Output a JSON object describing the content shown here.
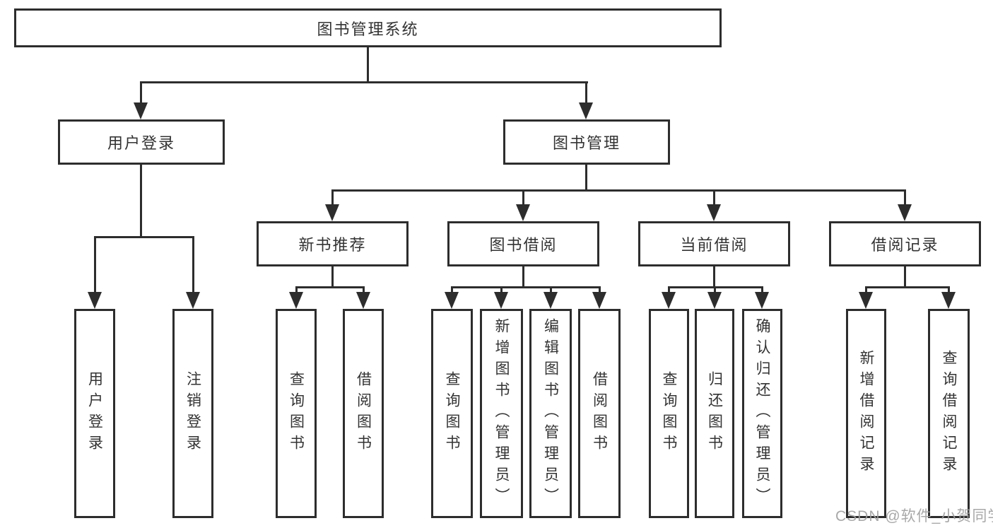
{
  "diagram_title": "图书管理系统",
  "nodes": {
    "root": {
      "label": "图书管理系统"
    },
    "branches": [
      {
        "label": "用户登录",
        "children": [
          {
            "label": "用户登录"
          },
          {
            "label": "注销登录"
          }
        ]
      },
      {
        "label": "图书管理",
        "children": [
          {
            "label": "新书推荐",
            "children": [
              {
                "label": "查询图书"
              },
              {
                "label": "借阅图书"
              }
            ]
          },
          {
            "label": "图书借阅",
            "children": [
              {
                "label": "查询图书"
              },
              {
                "label": "新增图书（管理员）"
              },
              {
                "label": "编辑图书（管理员）"
              },
              {
                "label": "借阅图书"
              }
            ]
          },
          {
            "label": "当前借阅",
            "children": [
              {
                "label": "查询图书"
              },
              {
                "label": "归还图书"
              },
              {
                "label": "确认归还（管理员）"
              }
            ]
          },
          {
            "label": "借阅记录",
            "children": [
              {
                "label": "新增借阅记录"
              },
              {
                "label": "查询借阅记录"
              }
            ]
          }
        ]
      }
    ]
  },
  "watermark": {
    "text": "CSDN @软件_小贺同学"
  },
  "colors": {
    "line": "#2d2d2d",
    "box_border": "#2d2d2d",
    "text": "#333333",
    "watermark": "#9e9e9e",
    "background": "#ffffff"
  }
}
